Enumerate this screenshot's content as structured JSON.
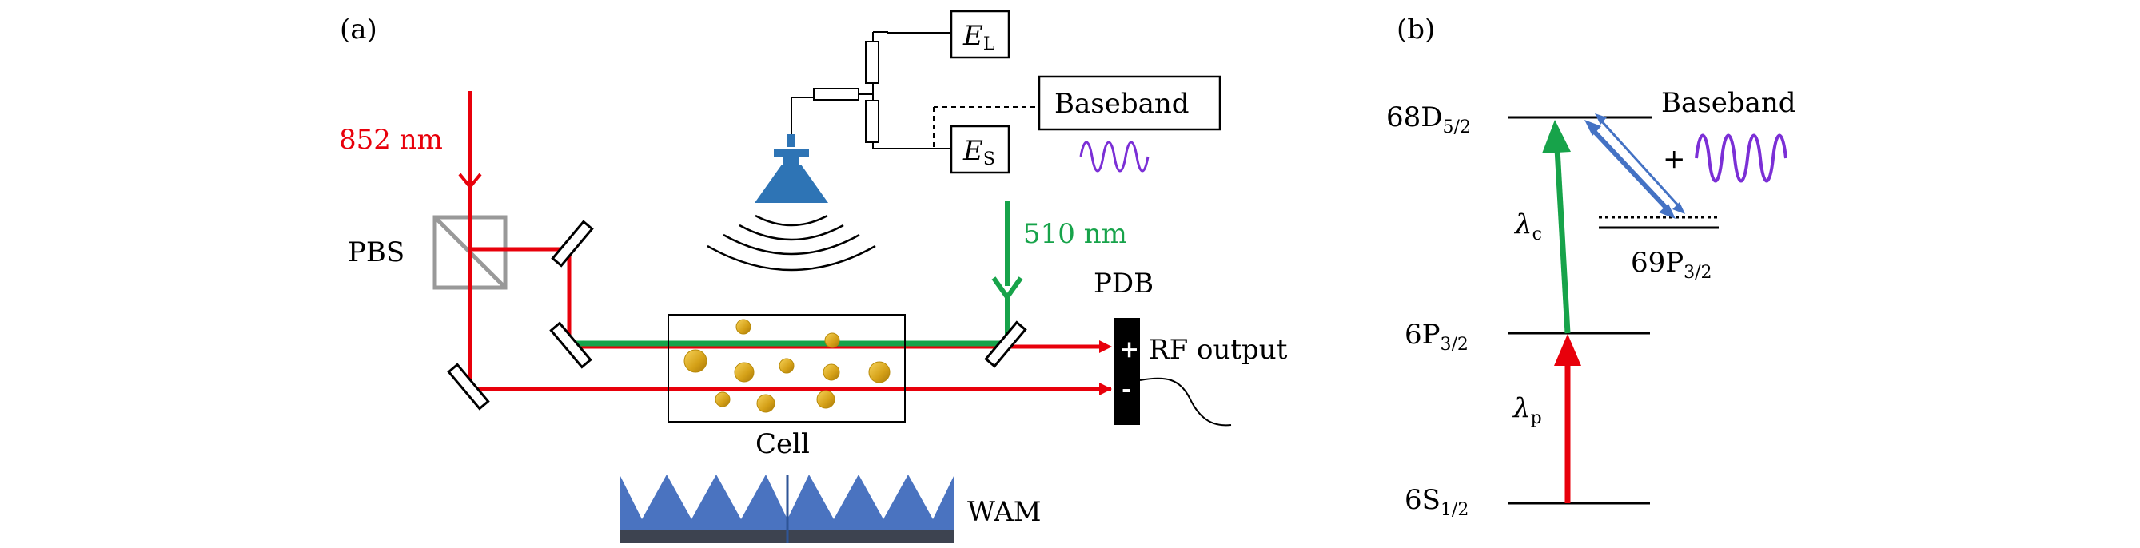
{
  "panel_a": {
    "label": "(a)",
    "probe_wavelength": "852 nm",
    "coupling_wavelength": "510 nm",
    "pbs_label": "PBS",
    "pdb_label": "PDB",
    "pdb_plus": "+",
    "pdb_minus": "-",
    "rf_output_label": "RF output",
    "cell_label": "Cell",
    "wam_label": "WAM",
    "baseband_label": "Baseband",
    "el_main": "E",
    "el_sub": "L",
    "es_main": "E",
    "es_sub": "S"
  },
  "panel_b": {
    "label": "(b)",
    "level_68d_main": "68D",
    "level_68d_sub": "5/2",
    "level_69p_main": "69P",
    "level_69p_sub": "3/2",
    "level_6p_main": "6P",
    "level_6p_sub": "3/2",
    "level_6s_main": "6S",
    "level_6s_sub": "1/2",
    "lambda_c_main": "λ",
    "lambda_c_sub": "c",
    "lambda_p_main": "λ",
    "lambda_p_sub": "p",
    "baseband_label": "Baseband",
    "plus_sign": "+"
  },
  "colors": {
    "probe_red": "#e8000b",
    "coupling_green": "#17a34a",
    "antenna_blue": "#2e74b5",
    "rf_blue": "#4472c4",
    "wave_purple": "#7b2fd6",
    "pbs_gray": "#999999",
    "gold": "#d4a017",
    "wam_blue": "#4a73c0",
    "wam_base": "#3d4350"
  }
}
